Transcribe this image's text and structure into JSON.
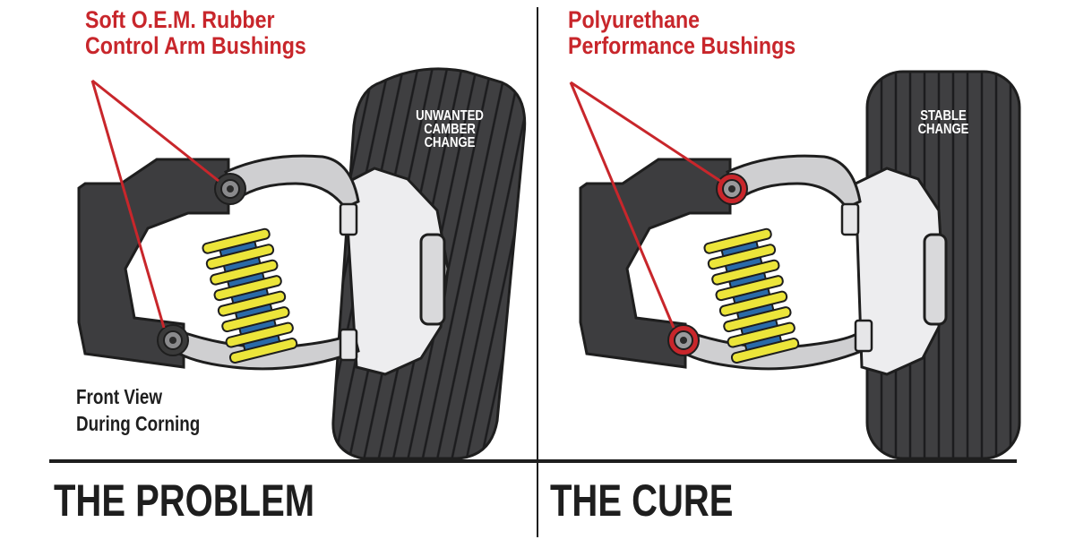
{
  "left_panel": {
    "callout_lines": [
      "Soft O.E.M. Rubber",
      "Control Arm Bushings"
    ],
    "tire_note_lines": [
      "UNWANTED",
      "CAMBER",
      "CHANGE"
    ],
    "view_note_lines": [
      "Front View",
      "During Corning"
    ],
    "heading": "THE PROBLEM"
  },
  "right_panel": {
    "callout_lines": [
      "Polyurethane",
      "Performance Bushings"
    ],
    "tire_note_lines": [
      "STABLE",
      "CHANGE"
    ],
    "heading": "THE CURE"
  },
  "colors": {
    "callout_red": "#c8262b",
    "tire_dark": "#3f3f41",
    "frame_dark": "#3d3d3f",
    "arm_gray": "#cfcfd1",
    "coil_yellow": "#ece53a",
    "coil_blue": "#2a6aa8",
    "rubber_bushing": "#3a3a3a",
    "poly_bushing": "#c8262b"
  }
}
